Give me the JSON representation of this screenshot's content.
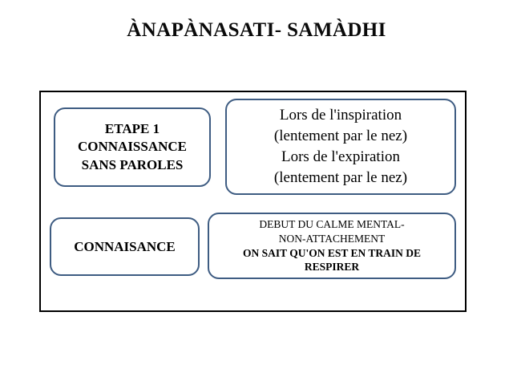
{
  "slide": {
    "title": "ÀNAPÀNASATI- SAMÀDHI",
    "background_color": "#FFFFFF",
    "frame_border_color": "#000000",
    "box_border_color": "#3E5C82",
    "text_color": "#000000"
  },
  "boxes": {
    "etape": {
      "name": "ETAPE 1 box",
      "lines": [
        "ETAPE 1",
        "CONNAISSANCE",
        "SANS PAROLES"
      ]
    },
    "breath": {
      "name": "Breathing instructions box",
      "lines": [
        "Lors de l'inspiration",
        "(lentement par le nez)",
        "Lors de l'expiration",
        "(lentement par le nez)"
      ]
    },
    "connaisance": {
      "name": "Connaisance box",
      "lines": [
        "CONNAISANCE"
      ]
    },
    "calme": {
      "name": "Calme mental box",
      "lines": [
        {
          "text": "DEBUT DU CALME MENTAL-",
          "bold": false
        },
        {
          "text": "NON-ATTACHEMENT",
          "bold": false
        },
        {
          "text": "ON SAIT QU'ON EST EN TRAIN DE",
          "bold": true
        },
        {
          "text": "RESPIRER",
          "bold": true
        }
      ]
    }
  }
}
